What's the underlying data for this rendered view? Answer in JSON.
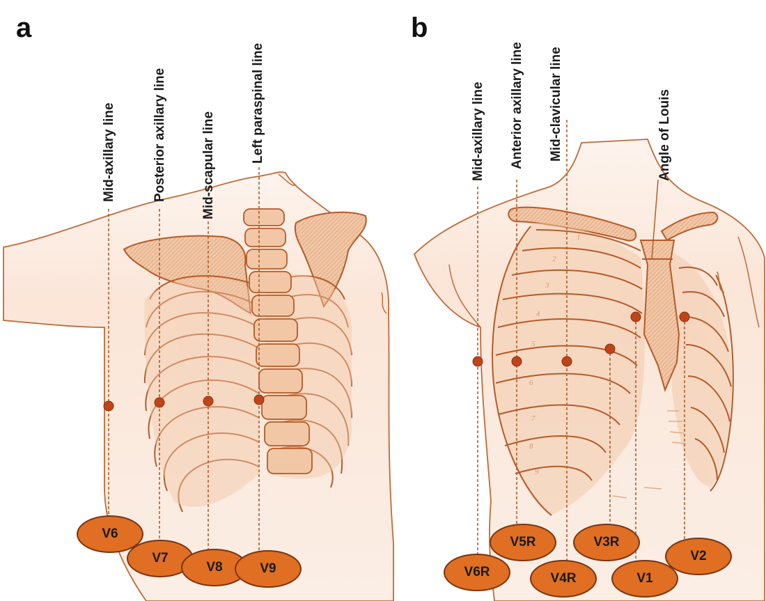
{
  "panels": {
    "a": {
      "letter": "a",
      "lines": [
        "Mid-axillary line",
        "Posterior axillary line",
        "Mid-scapular line",
        "Left paraspinal line"
      ],
      "leads": [
        "V6",
        "V7",
        "V8",
        "V9"
      ]
    },
    "b": {
      "letter": "b",
      "lines": [
        "Mid-axillary line",
        "Anterior axillary line",
        "Mid-clavicular line",
        "Angle of Louis"
      ],
      "leads": [
        "V6R",
        "V5R",
        "V4R",
        "V3R",
        "V1",
        "V2"
      ],
      "rib_numbers": [
        "1",
        "2",
        "3",
        "4",
        "5",
        "6",
        "7",
        "8",
        "9"
      ]
    }
  },
  "colors": {
    "skin": "#fbe9dd",
    "bone": "#f2c7a6",
    "outline": "#b55a28",
    "electrode": "#c0441a",
    "lead_fill": "#e06f23",
    "lead_border": "#7a3310"
  }
}
